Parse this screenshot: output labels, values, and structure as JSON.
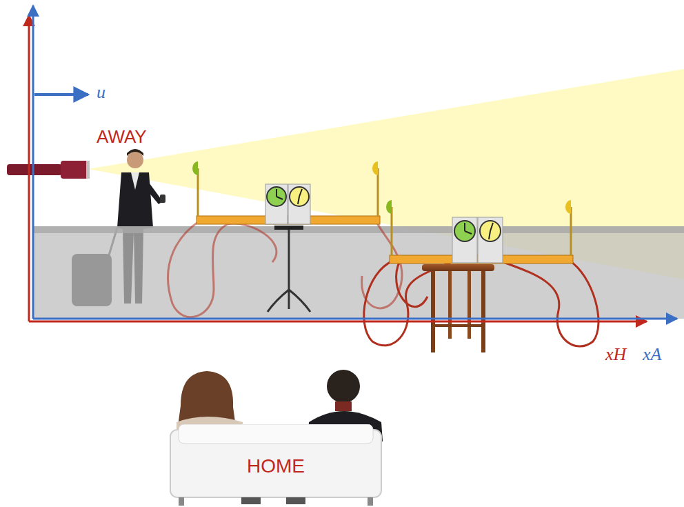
{
  "diagram": {
    "nodes": [
      {
        "text": [
          "HOME"
        ]
      }
    ],
    "labels": [
      "u",
      "AWAY",
      "xH",
      "xA"
    ]
  }
}
